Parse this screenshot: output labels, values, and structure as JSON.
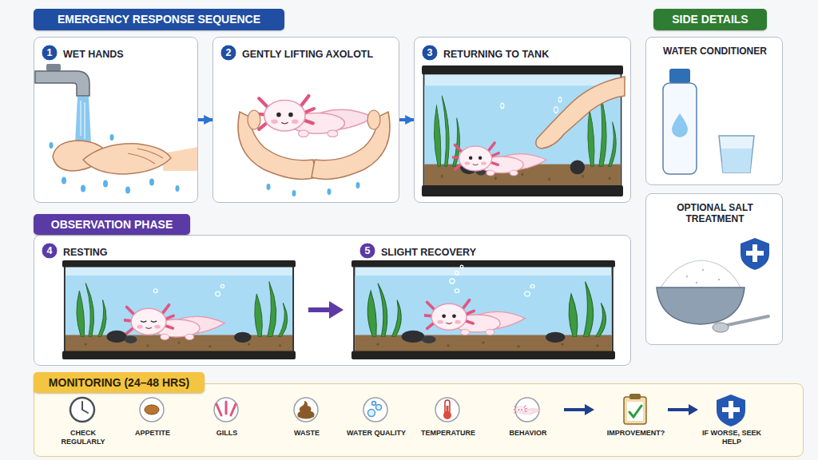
{
  "diagram": {
    "nodes": [
      {
        "text": [
          "EMERGENCY RESPONSE SEQUENCE"
        ]
      },
      {
        "text": [
          "WET HANDS"
        ]
      },
      {
        "text": [
          "1"
        ],
        "in": 1
      },
      {
        "text": [
          "GENTLY LIFTING AXOLOTL"
        ]
      },
      {
        "text": [
          "2"
        ],
        "in": 3
      },
      {
        "text": [
          "RETURNING TO TANK"
        ]
      },
      {
        "text": [
          "3"
        ],
        "in": 5
      },
      {
        "text": [
          "SIDE DETAILS"
        ]
      },
      {
        "text": [
          "WATER CONDITIONER"
        ]
      },
      {
        "text": [
          "OPTIONAL SALT TREATMENT"
        ]
      },
      {
        "text": [
          "OBSERVATION PHASE"
        ]
      },
      {
        "text": [
          "RESTING",
          "SLIGHT RECOVERY"
        ]
      },
      {
        "text": [
          "4"
        ],
        "in": 11
      },
      {
        "text": [
          "5"
        ],
        "in": 11
      },
      {
        "text": [
          "MONITORING (24–48 HRS)"
        ]
      },
      {
        "text": [
          "CHECK REGULARLY",
          "APPETITE",
          "GILLS",
          "WASTE",
          "WATER QUALITY",
          "TEMPERATURE",
          "BEHAVIOR",
          "IMPROVEMENT?",
          "IF WORSE, SEEK HELP"
        ]
      }
    ],
    "edges": [
      {
        "from": 1,
        "to": 3,
        "arrow": "to"
      },
      {
        "from": 3,
        "to": 5,
        "arrow": "to"
      }
    ]
  }
}
